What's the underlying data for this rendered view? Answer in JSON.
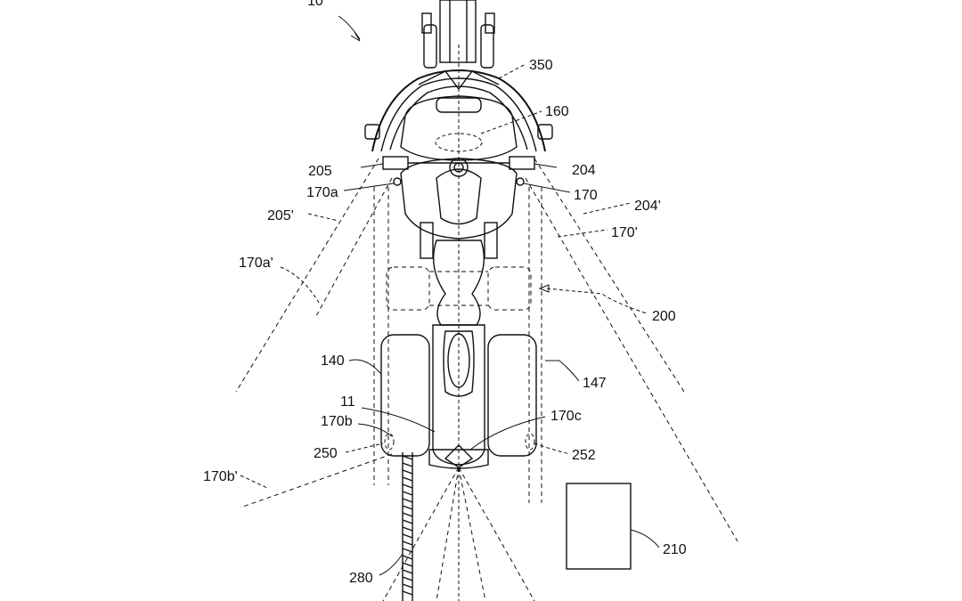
{
  "figure": {
    "ref_numerals": {
      "top": "10",
      "n350": "350",
      "n160": "160",
      "n205": "205",
      "n204": "204",
      "n170a": "170a",
      "n170": "170",
      "n205p": "205'",
      "n204p": "204'",
      "n170p": "170'",
      "n170ap": "170a'",
      "n200": "200",
      "n140": "140",
      "n147": "147",
      "n11": "11",
      "n170b": "170b",
      "n170c": "170c",
      "n250": "250",
      "n252": "252",
      "n170bp": "170b'",
      "n210": "210",
      "n280": "280"
    }
  }
}
